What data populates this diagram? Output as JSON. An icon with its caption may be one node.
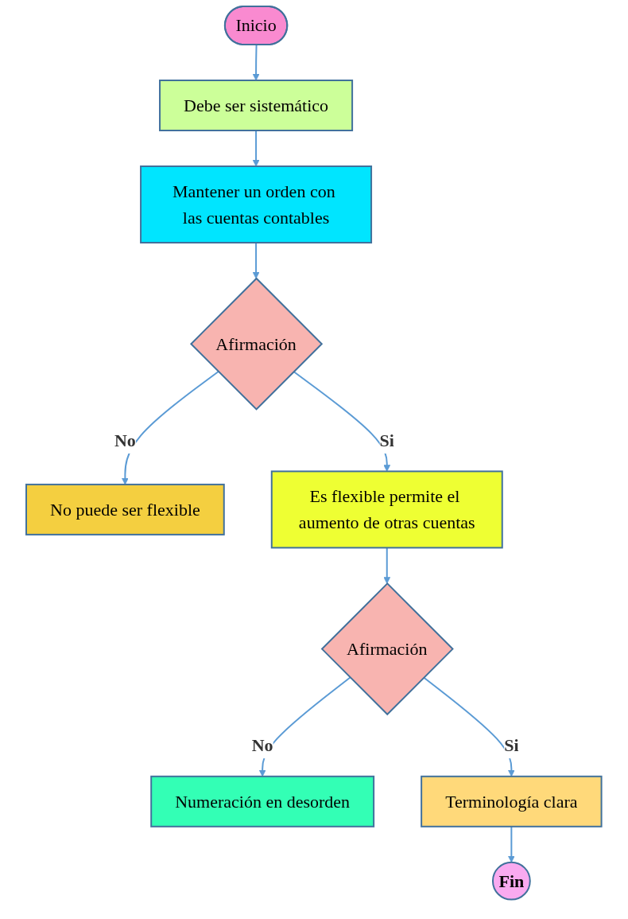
{
  "diagram": {
    "nodes": [
      {
        "text": [
          "Inicio"
        ]
      },
      {
        "text": [
          "Debe ser sistemático"
        ]
      },
      {
        "text": [
          "Mantener un orden con las cuentas contables"
        ]
      },
      {
        "text": [
          "Afirmación"
        ]
      },
      {
        "text": [
          "No puede ser flexible"
        ]
      },
      {
        "text": [
          "Es flexible permite el aumento de otras cuentas"
        ]
      },
      {
        "text": [
          "Afirmación"
        ]
      },
      {
        "text": [
          "Numeración en desorden"
        ]
      },
      {
        "text": [
          "Terminología clara"
        ]
      },
      {
        "text": [
          "Fin"
        ]
      }
    ],
    "edges": [
      {
        "from": 0,
        "to": 1,
        "arrow": "to"
      },
      {
        "from": 1,
        "to": 2,
        "arrow": "to"
      },
      {
        "from": 2,
        "to": 3,
        "arrow": "to"
      },
      {
        "from": 3,
        "to": 4,
        "label": "No",
        "arrow": "to"
      },
      {
        "from": 3,
        "to": 5,
        "label": "Si",
        "arrow": "to"
      },
      {
        "from": 5,
        "to": 6,
        "arrow": "to"
      },
      {
        "from": 6,
        "to": 7,
        "label": "No",
        "arrow": "to"
      },
      {
        "from": 6,
        "to": 8,
        "label": "Si",
        "arrow": "to"
      },
      {
        "from": 8,
        "to": 9,
        "arrow": "to"
      }
    ]
  }
}
